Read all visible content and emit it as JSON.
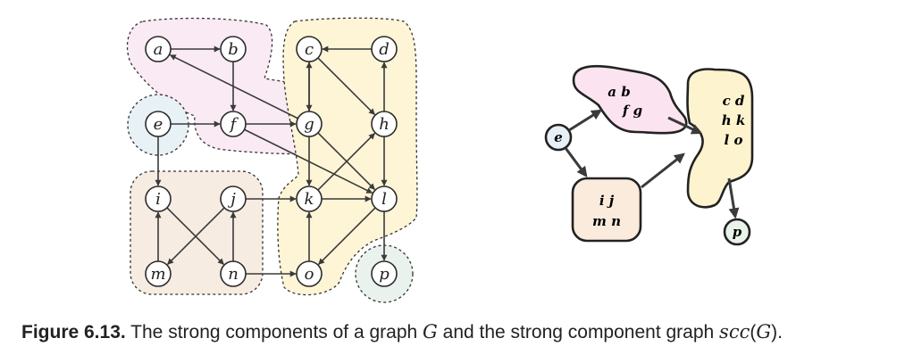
{
  "graph": {
    "nodes": [
      "a",
      "b",
      "c",
      "d",
      "e",
      "f",
      "g",
      "h",
      "i",
      "j",
      "k",
      "l",
      "m",
      "n",
      "o",
      "p"
    ],
    "edges": [
      [
        "a",
        "b"
      ],
      [
        "b",
        "f"
      ],
      [
        "d",
        "c"
      ],
      [
        "c",
        "h"
      ],
      [
        "h",
        "d"
      ],
      [
        "e",
        "f"
      ],
      [
        "f",
        "g"
      ],
      [
        "g",
        "a"
      ],
      [
        "g",
        "c"
      ],
      [
        "c",
        "g"
      ],
      [
        "f",
        "l"
      ],
      [
        "g",
        "k"
      ],
      [
        "h",
        "l"
      ],
      [
        "k",
        "h"
      ],
      [
        "k",
        "l"
      ],
      [
        "l",
        "o"
      ],
      [
        "o",
        "k"
      ],
      [
        "g",
        "l"
      ],
      [
        "l",
        "p"
      ],
      [
        "e",
        "i"
      ],
      [
        "m",
        "i"
      ],
      [
        "j",
        "m"
      ],
      [
        "i",
        "n"
      ],
      [
        "n",
        "j"
      ],
      [
        "j",
        "k"
      ],
      [
        "n",
        "o"
      ]
    ],
    "components": [
      {
        "nodes": [
          "a",
          "b",
          "f",
          "g"
        ],
        "color": "#f9eaf3"
      },
      {
        "nodes": [
          "c",
          "d",
          "h",
          "k",
          "l",
          "o"
        ],
        "color": "#fdf5d5"
      },
      {
        "nodes": [
          "i",
          "j",
          "m",
          "n"
        ],
        "color": "#f7ece2"
      },
      {
        "nodes": [
          "e"
        ],
        "color": "#e8f1f6"
      },
      {
        "nodes": [
          "p"
        ],
        "color": "#e9f2ec"
      }
    ]
  },
  "condensation": {
    "nodes": [
      {
        "id": "abfg",
        "lines": [
          "a b",
          "f g"
        ],
        "color": "#fbe4f0"
      },
      {
        "id": "cdhklo",
        "lines": [
          "c d",
          "h k",
          "l o"
        ],
        "color": "#fdf3cf"
      },
      {
        "id": "ijmn",
        "lines": [
          "i j",
          "m n"
        ],
        "color": "#faebdc"
      },
      {
        "id": "e",
        "lines": [
          "e"
        ],
        "color": "#e6f0f6"
      },
      {
        "id": "p",
        "lines": [
          "p"
        ],
        "color": "#e8f3ea"
      }
    ],
    "edges": [
      [
        "e",
        "abfg"
      ],
      [
        "e",
        "ijmn"
      ],
      [
        "abfg",
        "cdhklo"
      ],
      [
        "ijmn",
        "cdhklo"
      ],
      [
        "cdhklo",
        "p"
      ]
    ]
  },
  "colors": {
    "stroke": "#2b2b2b",
    "edge": "#3a3a3a",
    "node_fill": "#ffffff"
  },
  "caption": {
    "label": "Figure 6.13.",
    "text_before_g": " The strong components of a graph ",
    "g": "G",
    "text_middle": " and the strong component graph ",
    "scc": "scc",
    "paren_open": "(",
    "g2": "G",
    "paren_close": ")."
  }
}
